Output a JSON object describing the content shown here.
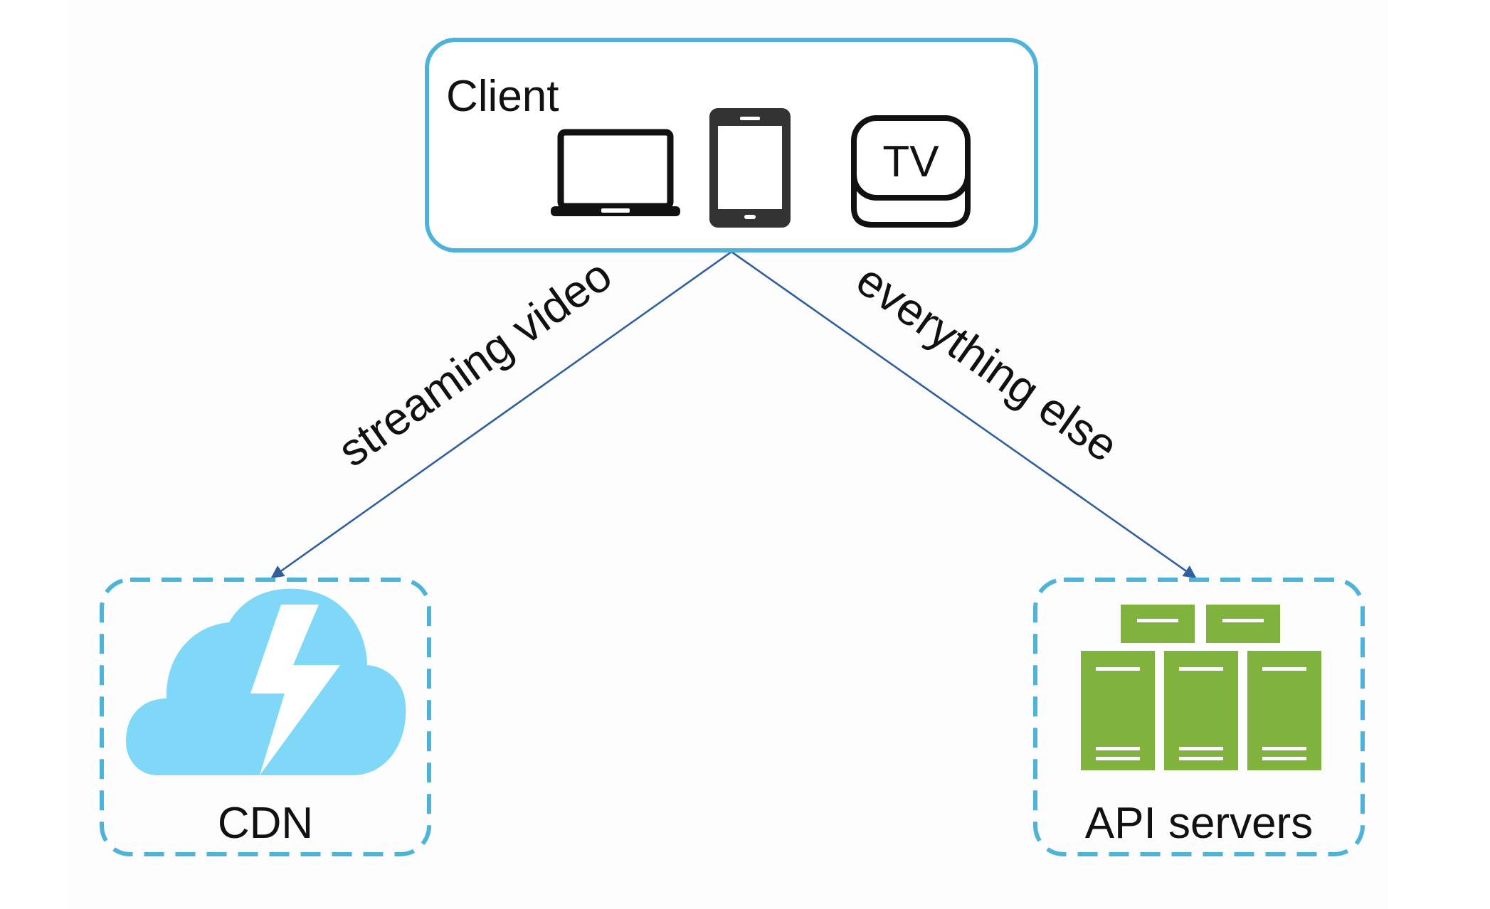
{
  "nodes": {
    "client": {
      "label": "Client",
      "tv_label": "TV"
    },
    "cdn": {
      "label": "CDN"
    },
    "api": {
      "label": "API servers"
    }
  },
  "edges": {
    "to_cdn": {
      "label": "streaming video"
    },
    "to_api": {
      "label": "everything else"
    }
  },
  "icons": {
    "client_devices": [
      "laptop-icon",
      "tablet-icon",
      "tv-icon"
    ],
    "cdn": "cloud-lightning-icon",
    "api": "server-rack-icon"
  },
  "colors": {
    "node_border": "#4db3d8",
    "edge": "#2f5f9e",
    "cloud": "#80d8f8",
    "server": "#80b23e",
    "device_dark": "#333333"
  }
}
